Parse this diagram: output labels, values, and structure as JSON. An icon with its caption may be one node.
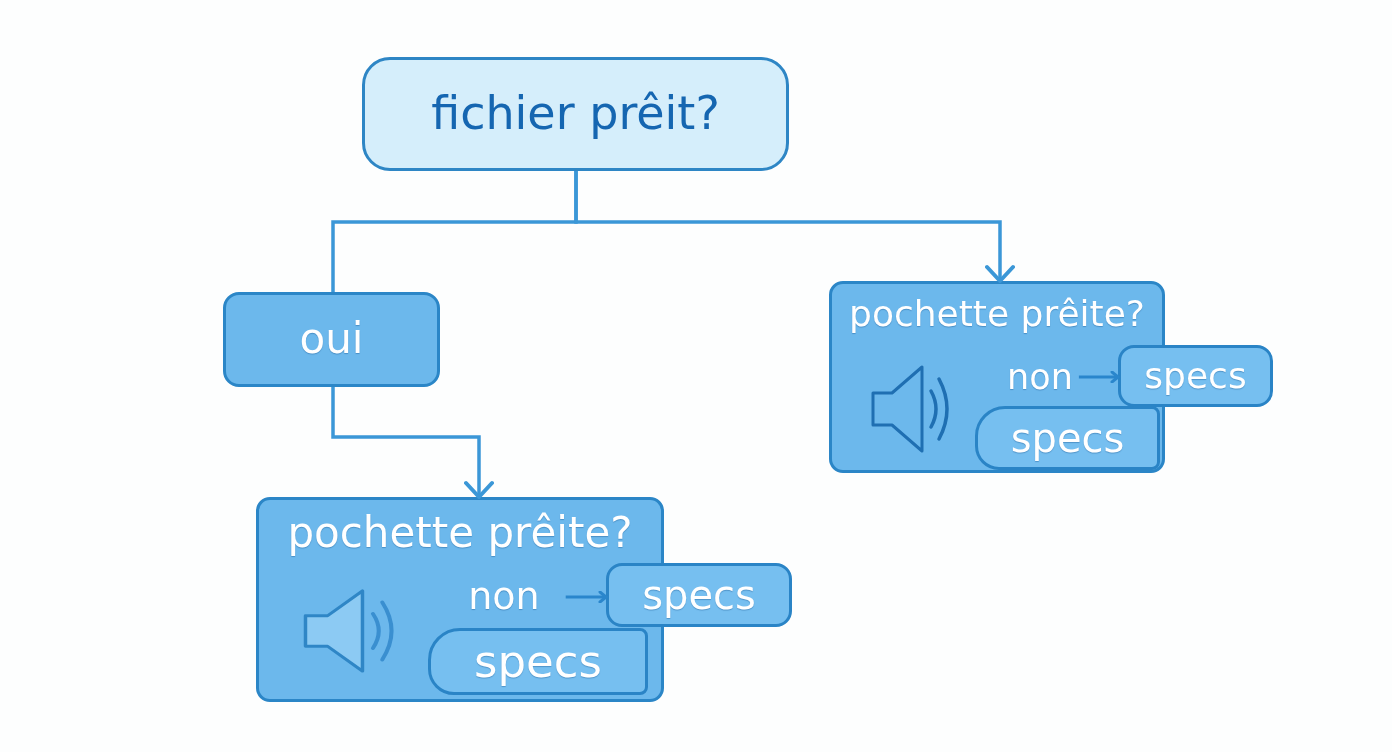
{
  "diagram": {
    "nodes": [
      {
        "text": [
          "fichier prêit?"
        ]
      },
      {
        "text": [
          "oui"
        ]
      },
      {
        "text": [
          "pochette prêite?"
        ]
      },
      {
        "text": [
          "non"
        ],
        "in": 2
      },
      {
        "text": [
          "specs"
        ]
      },
      {
        "text": [
          "specs"
        ],
        "in": 2
      },
      {
        "text": [
          "pochette prêite?"
        ]
      },
      {
        "text": [
          "non"
        ],
        "in": 6
      },
      {
        "text": [
          "specs"
        ]
      },
      {
        "text": [
          "specs"
        ],
        "in": 6
      }
    ],
    "edges": [
      {
        "from": 0,
        "to": 1,
        "arrow": "none"
      },
      {
        "from": 0,
        "to": 2,
        "arrow": "to"
      },
      {
        "from": 1,
        "to": 6,
        "arrow": "to"
      },
      {
        "from": 3,
        "to": 4,
        "arrow": "to"
      },
      {
        "from": 7,
        "to": 8,
        "arrow": "to"
      }
    ]
  }
}
